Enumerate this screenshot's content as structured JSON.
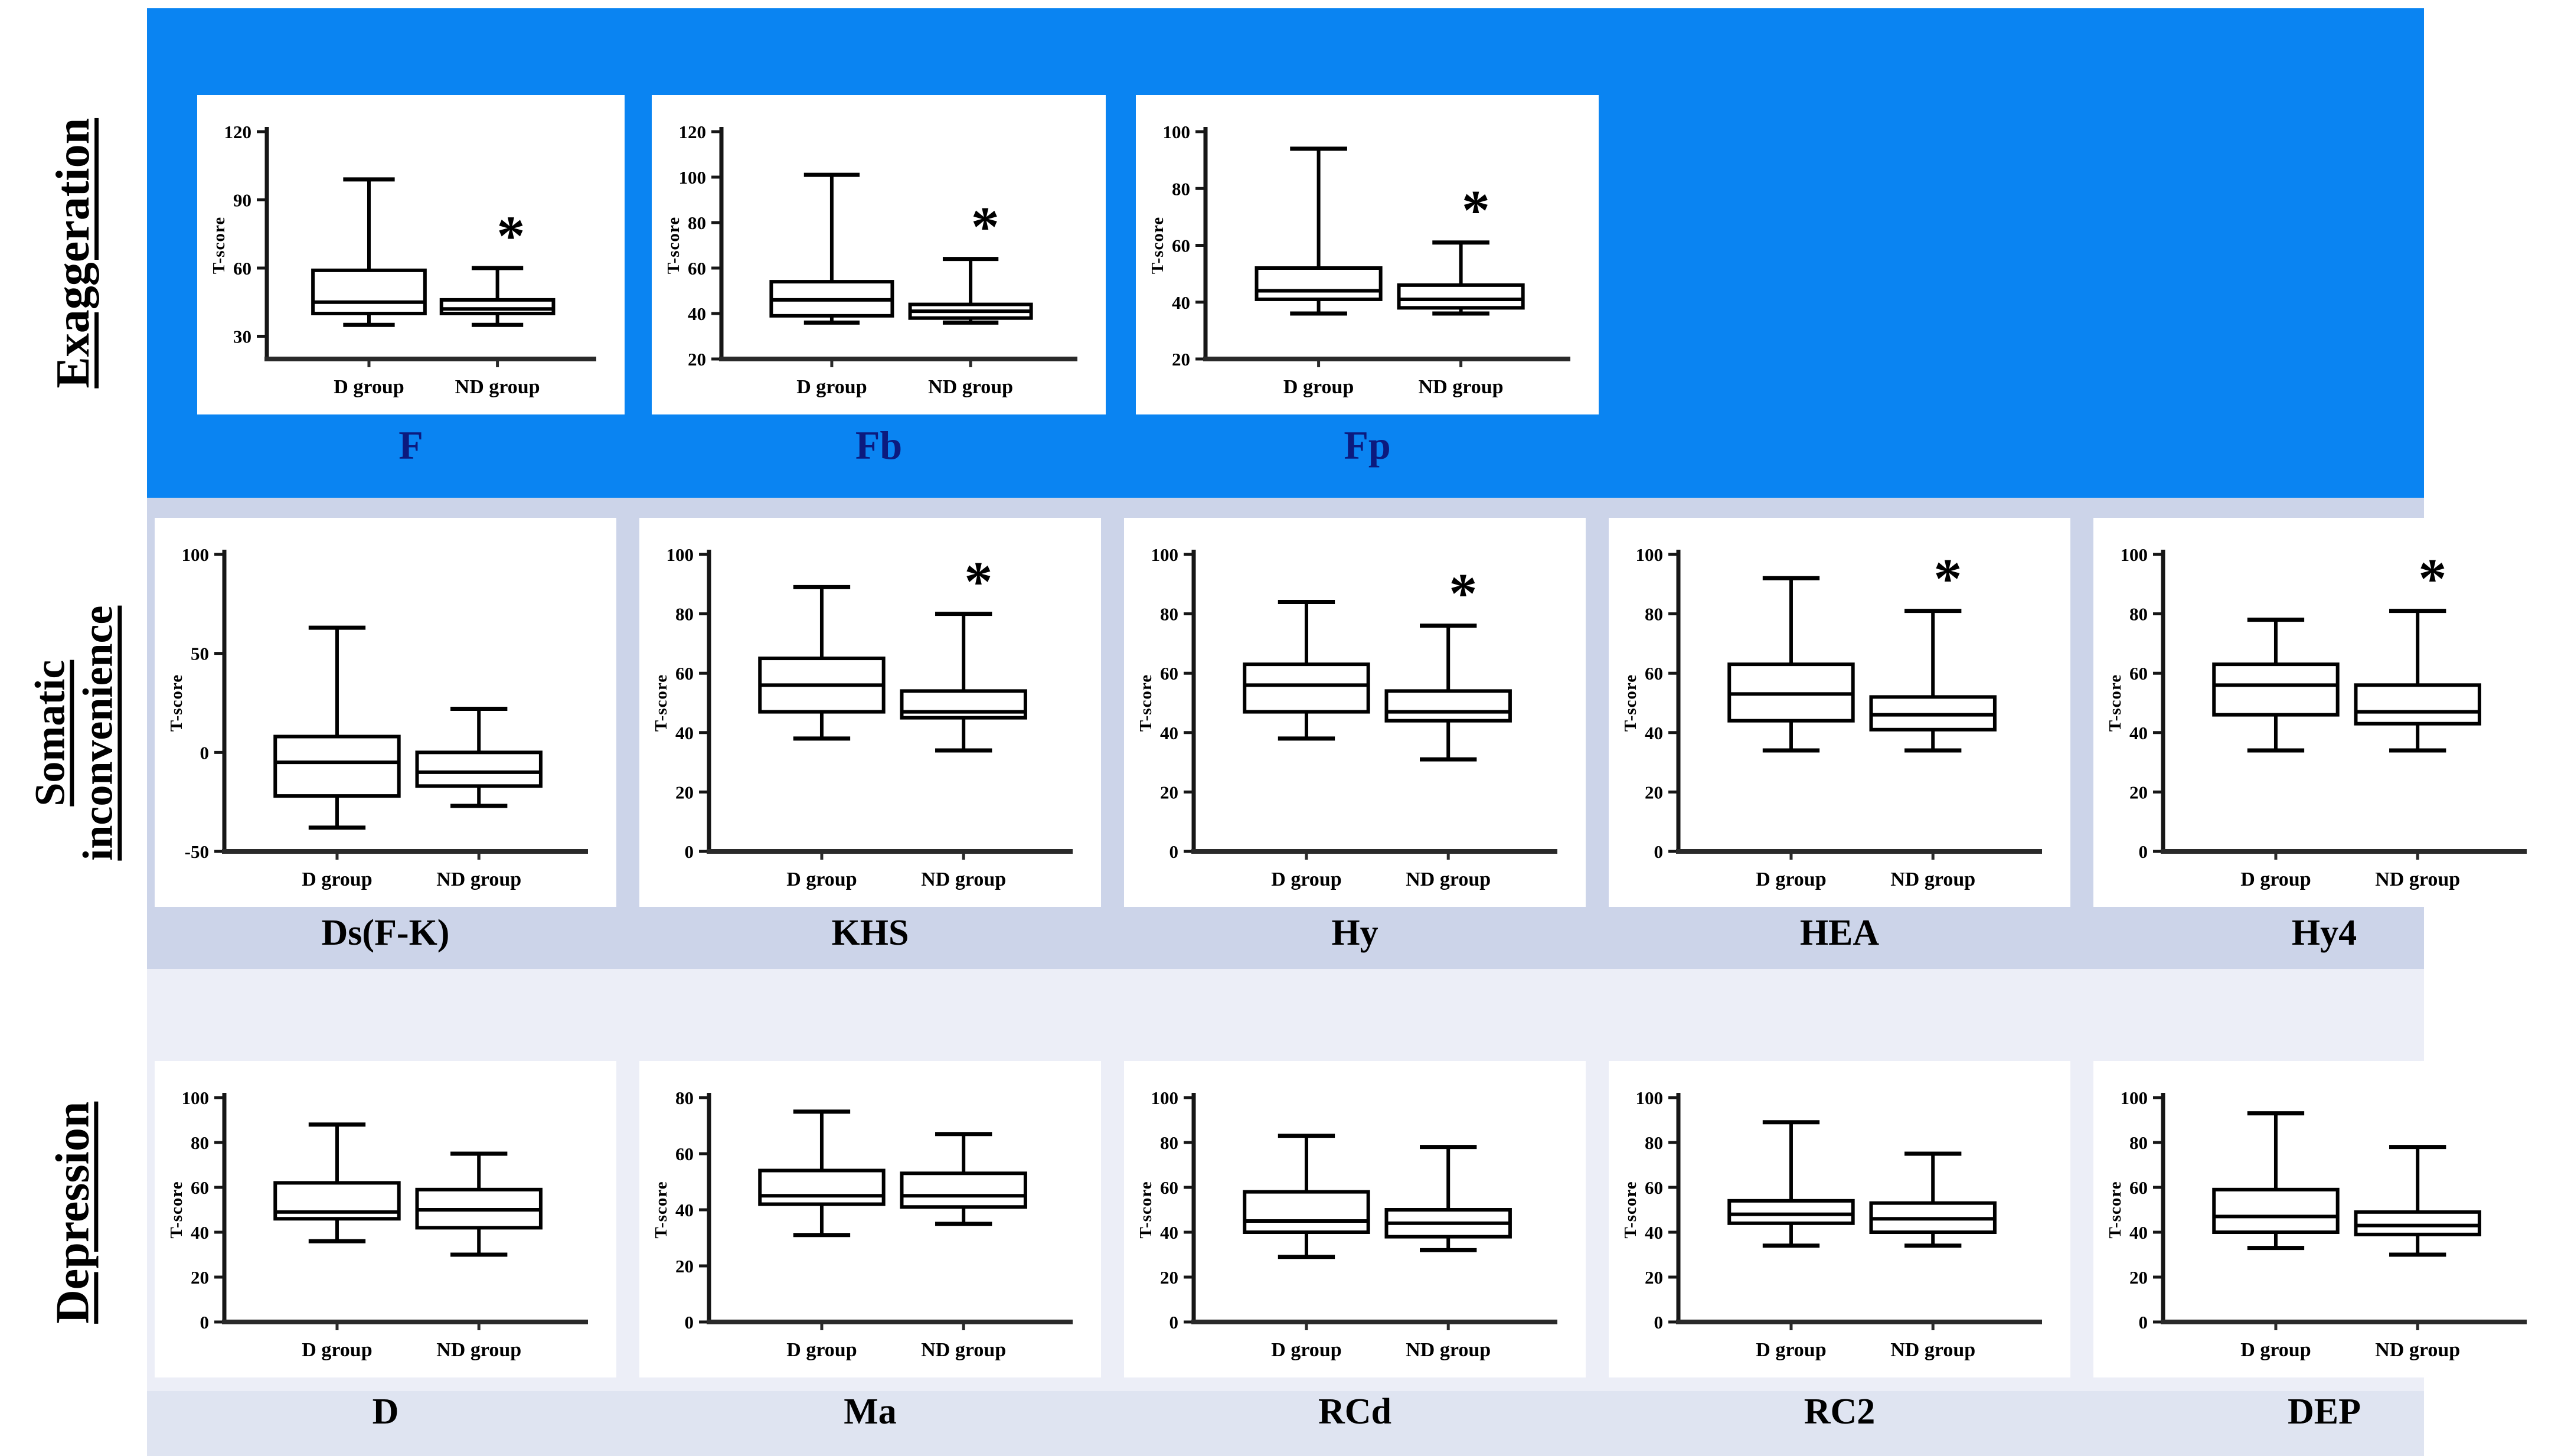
{
  "figure": {
    "groups": [
      "D group",
      "ND group"
    ],
    "y_axis_label": "T-score",
    "significance_marker": "*",
    "footer_strip_color": "#dfe4f1",
    "rows": [
      {
        "label": "Exaggeration",
        "label_lines": [
          "Exaggeration"
        ],
        "band_color": "#0a84f2",
        "title_color": "#0c1a7e"
      },
      {
        "label": "Somatic inconvenience",
        "label_lines": [
          "Somatic",
          "inconvenience"
        ],
        "band_color": "#ccd4e9",
        "title_color": "#000000"
      },
      {
        "label": "Depression",
        "label_lines": [
          "Depression"
        ],
        "band_color": "#eceef7",
        "title_color": "#000000"
      }
    ]
  },
  "chart_data": [
    {
      "type": "box",
      "row": 0,
      "title": "F",
      "ylabel": "T-score",
      "ylim": [
        20,
        120
      ],
      "yticks": [
        30,
        60,
        90,
        120
      ],
      "categories": [
        "D group",
        "ND group"
      ],
      "boxes": [
        {
          "group": "D group",
          "whislo": 35,
          "q1": 40,
          "med": 45,
          "q3": 59,
          "whishi": 99
        },
        {
          "group": "ND group",
          "whislo": 35,
          "q1": 40,
          "med": 42,
          "q3": 46,
          "whishi": 60,
          "sig": "*"
        }
      ]
    },
    {
      "type": "box",
      "row": 0,
      "title": "Fb",
      "ylabel": "T-score",
      "ylim": [
        20,
        120
      ],
      "yticks": [
        20,
        40,
        60,
        80,
        100,
        120
      ],
      "categories": [
        "D group",
        "ND group"
      ],
      "boxes": [
        {
          "group": "D group",
          "whislo": 36,
          "q1": 39,
          "med": 46,
          "q3": 54,
          "whishi": 101
        },
        {
          "group": "ND group",
          "whislo": 36,
          "q1": 38,
          "med": 41,
          "q3": 44,
          "whishi": 64,
          "sig": "*"
        }
      ]
    },
    {
      "type": "box",
      "row": 0,
      "title": "Fp",
      "ylabel": "T-score",
      "ylim": [
        20,
        100
      ],
      "yticks": [
        20,
        40,
        60,
        80,
        100
      ],
      "categories": [
        "D group",
        "ND group"
      ],
      "boxes": [
        {
          "group": "D group",
          "whislo": 36,
          "q1": 41,
          "med": 44,
          "q3": 52,
          "whishi": 94
        },
        {
          "group": "ND group",
          "whislo": 36,
          "q1": 38,
          "med": 41,
          "q3": 46,
          "whishi": 61,
          "sig": "*"
        }
      ]
    },
    {
      "type": "box",
      "row": 1,
      "title": "Ds(F-K)",
      "ylabel": "T-score",
      "ylim": [
        -50,
        100
      ],
      "yticks": [
        -50,
        0,
        50,
        100
      ],
      "categories": [
        "D group",
        "ND group"
      ],
      "boxes": [
        {
          "group": "D group",
          "whislo": -38,
          "q1": -22,
          "med": -5,
          "q3": 8,
          "whishi": 63
        },
        {
          "group": "ND group",
          "whislo": -27,
          "q1": -17,
          "med": -10,
          "q3": 0,
          "whishi": 22
        }
      ]
    },
    {
      "type": "box",
      "row": 1,
      "title": "KHS",
      "ylabel": "T-score",
      "ylim": [
        0,
        100
      ],
      "yticks": [
        0,
        20,
        40,
        60,
        80,
        100
      ],
      "categories": [
        "D group",
        "ND group"
      ],
      "boxes": [
        {
          "group": "D group",
          "whislo": 38,
          "q1": 47,
          "med": 56,
          "q3": 65,
          "whishi": 89
        },
        {
          "group": "ND group",
          "whislo": 34,
          "q1": 45,
          "med": 47,
          "q3": 54,
          "whishi": 80,
          "sig": "*"
        }
      ]
    },
    {
      "type": "box",
      "row": 1,
      "title": "Hy",
      "ylabel": "T-score",
      "ylim": [
        0,
        100
      ],
      "yticks": [
        0,
        20,
        40,
        60,
        80,
        100
      ],
      "categories": [
        "D group",
        "ND group"
      ],
      "boxes": [
        {
          "group": "D group",
          "whislo": 38,
          "q1": 47,
          "med": 56,
          "q3": 63,
          "whishi": 84
        },
        {
          "group": "ND group",
          "whislo": 31,
          "q1": 44,
          "med": 47,
          "q3": 54,
          "whishi": 76,
          "sig": "*"
        }
      ]
    },
    {
      "type": "box",
      "row": 1,
      "title": "HEA",
      "ylabel": "T-score",
      "ylim": [
        0,
        100
      ],
      "yticks": [
        0,
        20,
        40,
        60,
        80,
        100
      ],
      "categories": [
        "D group",
        "ND group"
      ],
      "boxes": [
        {
          "group": "D group",
          "whislo": 34,
          "q1": 44,
          "med": 53,
          "q3": 63,
          "whishi": 92
        },
        {
          "group": "ND group",
          "whislo": 34,
          "q1": 41,
          "med": 46,
          "q3": 52,
          "whishi": 81,
          "sig": "*"
        }
      ]
    },
    {
      "type": "box",
      "row": 1,
      "title": "Hy4",
      "ylabel": "T-score",
      "ylim": [
        0,
        100
      ],
      "yticks": [
        0,
        20,
        40,
        60,
        80,
        100
      ],
      "categories": [
        "D group",
        "ND group"
      ],
      "boxes": [
        {
          "group": "D group",
          "whislo": 34,
          "q1": 46,
          "med": 56,
          "q3": 63,
          "whishi": 78
        },
        {
          "group": "ND group",
          "whislo": 34,
          "q1": 43,
          "med": 47,
          "q3": 56,
          "whishi": 81,
          "sig": "*"
        }
      ]
    },
    {
      "type": "box",
      "row": 2,
      "title": "D",
      "ylabel": "T-score",
      "ylim": [
        0,
        100
      ],
      "yticks": [
        0,
        20,
        40,
        60,
        80,
        100
      ],
      "categories": [
        "D group",
        "ND group"
      ],
      "boxes": [
        {
          "group": "D group",
          "whislo": 36,
          "q1": 46,
          "med": 49,
          "q3": 62,
          "whishi": 88
        },
        {
          "group": "ND group",
          "whislo": 30,
          "q1": 42,
          "med": 50,
          "q3": 59,
          "whishi": 75
        }
      ]
    },
    {
      "type": "box",
      "row": 2,
      "title": "Ma",
      "ylabel": "T-score",
      "ylim": [
        0,
        80
      ],
      "yticks": [
        0,
        20,
        40,
        60,
        80
      ],
      "categories": [
        "D group",
        "ND group"
      ],
      "boxes": [
        {
          "group": "D group",
          "whislo": 31,
          "q1": 42,
          "med": 45,
          "q3": 54,
          "whishi": 75
        },
        {
          "group": "ND group",
          "whislo": 35,
          "q1": 41,
          "med": 45,
          "q3": 53,
          "whishi": 67
        }
      ]
    },
    {
      "type": "box",
      "row": 2,
      "title": "RCd",
      "ylabel": "T-score",
      "ylim": [
        0,
        100
      ],
      "yticks": [
        0,
        20,
        40,
        60,
        80,
        100
      ],
      "categories": [
        "D group",
        "ND group"
      ],
      "boxes": [
        {
          "group": "D group",
          "whislo": 29,
          "q1": 40,
          "med": 45,
          "q3": 58,
          "whishi": 83
        },
        {
          "group": "ND group",
          "whislo": 32,
          "q1": 38,
          "med": 44,
          "q3": 50,
          "whishi": 78
        }
      ]
    },
    {
      "type": "box",
      "row": 2,
      "title": "RC2",
      "ylabel": "T-score",
      "ylim": [
        0,
        100
      ],
      "yticks": [
        0,
        20,
        40,
        60,
        80,
        100
      ],
      "categories": [
        "D group",
        "ND group"
      ],
      "boxes": [
        {
          "group": "D group",
          "whislo": 34,
          "q1": 44,
          "med": 48,
          "q3": 54,
          "whishi": 89
        },
        {
          "group": "ND group",
          "whislo": 34,
          "q1": 40,
          "med": 46,
          "q3": 53,
          "whishi": 75
        }
      ]
    },
    {
      "type": "box",
      "row": 2,
      "title": "DEP",
      "ylabel": "T-score",
      "ylim": [
        0,
        100
      ],
      "yticks": [
        0,
        20,
        40,
        60,
        80,
        100
      ],
      "categories": [
        "D group",
        "ND group"
      ],
      "boxes": [
        {
          "group": "D group",
          "whislo": 33,
          "q1": 40,
          "med": 47,
          "q3": 59,
          "whishi": 93
        },
        {
          "group": "ND group",
          "whislo": 30,
          "q1": 39,
          "med": 43,
          "q3": 49,
          "whishi": 78
        }
      ]
    }
  ]
}
